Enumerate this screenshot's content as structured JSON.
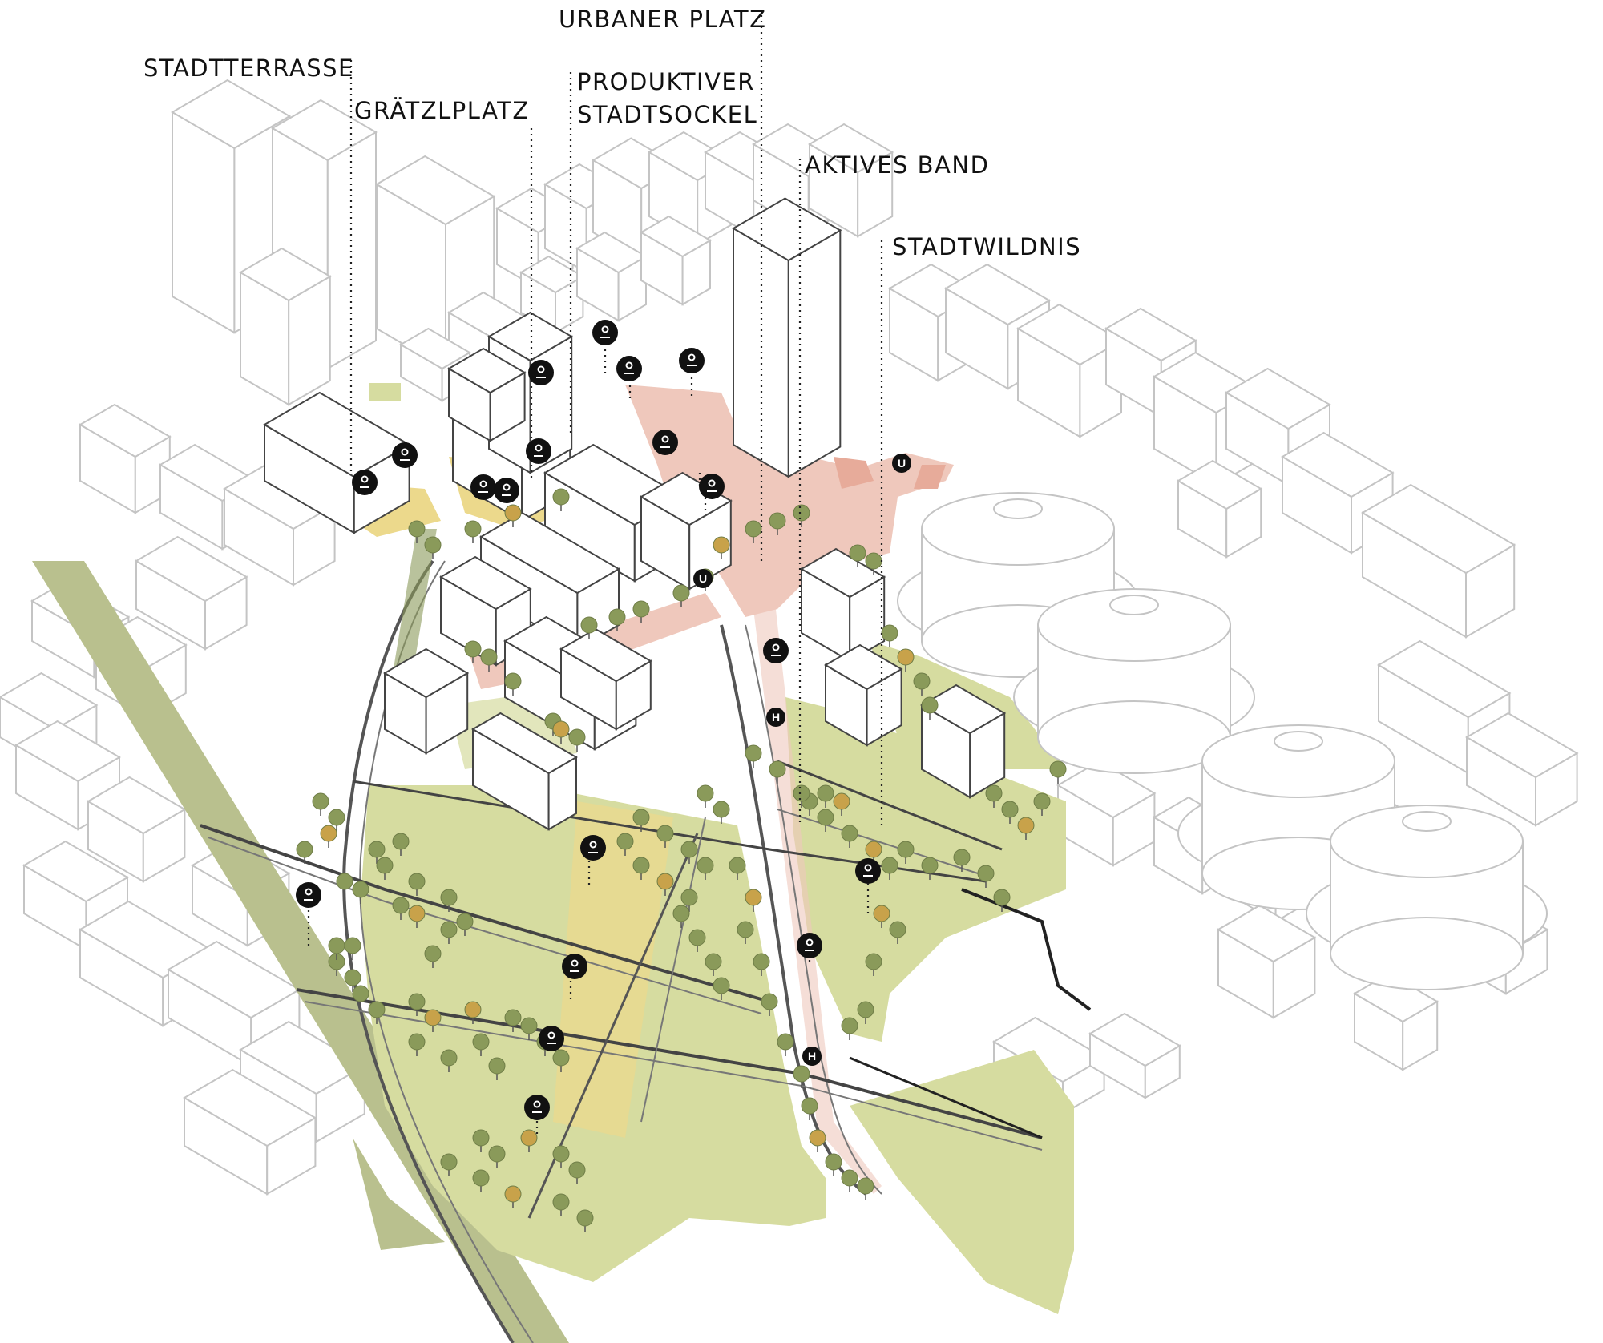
{
  "labels": {
    "urbaner_platz": "URBANER PLATZ",
    "stadtterrasse": "STADTTERRASSE",
    "produktiver_stadtsockel": "PRODUKTIVER\nSTADTSOCKEL",
    "graetzlplatz": "GRÄTZLPLATZ",
    "aktives_band": "AKTIVES BAND",
    "stadtwildnis": "STADTWILDNIS"
  },
  "map_symbols": {
    "u_bahn": "U",
    "haltestelle": "H"
  },
  "colors": {
    "park_green": "#d6dca0",
    "rail_corridor_green": "#b9c08e",
    "plaza_pink": "#efc8bc",
    "plaza_pink_dark": "#e7ab9a",
    "yellow_zone": "#ecd98c",
    "tree_green": "#8a9a5a",
    "tree_ochre": "#c8a24a",
    "building_outline": "#bbbbbb",
    "icon_black": "#111111"
  },
  "icons": [
    "lightbulb-icon",
    "people-icon",
    "restaurant-icon",
    "lightbulb-icon",
    "market-stall-icon",
    "tool-work-icon",
    "shopping-cart-icon",
    "reading-icon",
    "cheering-people-icon",
    "cheering-people-icon",
    "workshop-icon",
    "u-bahn-icon",
    "u-bahn-icon",
    "bike-pedestrian-icon",
    "haltestelle-icon",
    "bike-pedestrian-icon",
    "plant-icon",
    "plant-icon",
    "bike-pedestrian-icon",
    "seesaw-icon",
    "bike-pedestrian-icon",
    "haltestelle-icon",
    "sport-shoe-icon"
  ]
}
